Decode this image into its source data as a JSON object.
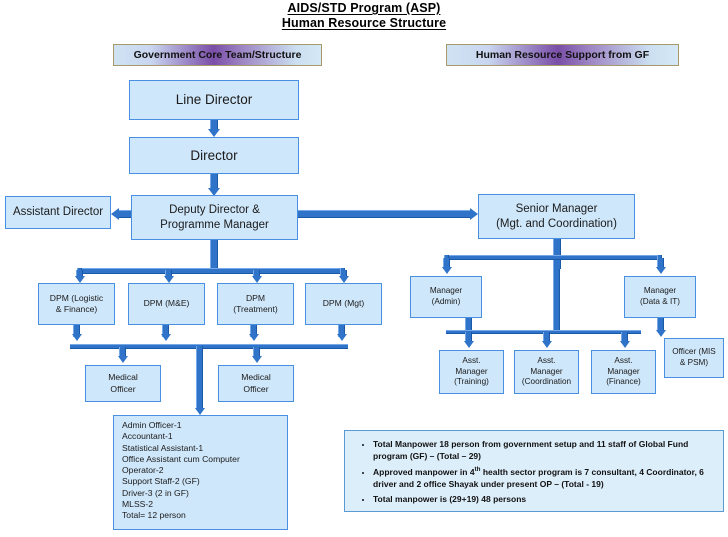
{
  "document": {
    "title_line1": "AIDS/STD Program (ASP)",
    "title_line2": "Human Resource Structure"
  },
  "banners": {
    "left": "Government Core Team/Structure",
    "right": "Human Resource Support from GF",
    "border_color": "#a8996a",
    "gradient_start": "#cfe3f3",
    "gradient_mid": "#7a4ea8",
    "gradient_end": "#d4e8f6"
  },
  "theme": {
    "box_fill": "#cfe7fa",
    "box_border": "#4a90e2",
    "connector": "#2f74c9",
    "notes_fill": "#ddeefb",
    "notes_border": "#5b9bd5"
  },
  "org": {
    "line_director": "Line Director",
    "director": "Director",
    "assistant_director": "Assistant Director",
    "deputy_director_l1": "Deputy Director &",
    "deputy_director_l2": "Programme Manager",
    "senior_manager_l1": "Senior Manager",
    "senior_manager_l2": "(Mgt. and Coordination)",
    "dpm": [
      {
        "l1": "DPM (Logistic",
        "l2": "& Finance)"
      },
      {
        "l1": "DPM (M&E)",
        "l2": ""
      },
      {
        "l1": "DPM",
        "l2": "(Treatment)"
      },
      {
        "l1": "DPM (Mgt)",
        "l2": ""
      }
    ],
    "medical_officer_left_l1": "Medical",
    "medical_officer_left_l2": "Officer",
    "medical_officer_right_l1": "Medical",
    "medical_officer_right_l2": "Officer",
    "manager_admin_l1": "Manager",
    "manager_admin_l2": "(Admin)",
    "manager_data_it_l1": "Manager",
    "manager_data_it_l2": "(Data & IT)",
    "asst_managers": [
      {
        "l1": "Asst.",
        "l2": "Manager",
        "l3": "(Training)"
      },
      {
        "l1": "Asst.",
        "l2": "Manager",
        "l3": "(Coordination"
      },
      {
        "l1": "Asst.",
        "l2": "Manager",
        "l3": "(Finance)"
      }
    ],
    "officer_mis_l1": "Officer (MIS",
    "officer_mis_l2": "& PSM)"
  },
  "staff_list": [
    "Admin Officer-1",
    "Accountant-1",
    "Statistical Assistant-1",
    "Office Assistant cum Computer",
    "Operator-2",
    "Support Staff-2 (GF)",
    "Driver-3 (2 in GF)",
    "MLSS-2",
    "Total= 12 person"
  ],
  "notes": {
    "bullet1_a": "Total Manpower 18 person from government setup and 11 staff of Global Fund program (GF) – (Total – 29)",
    "bullet2_a": "Approved manpower in 4",
    "bullet2_sup": "th",
    "bullet2_b": " health sector program is 7 consultant, 4 Coordinator, 6 driver and 2 office Shayak under present OP – (Total - 19)",
    "bullet3_a": "Total manpower is (29+19) 48 persons"
  }
}
